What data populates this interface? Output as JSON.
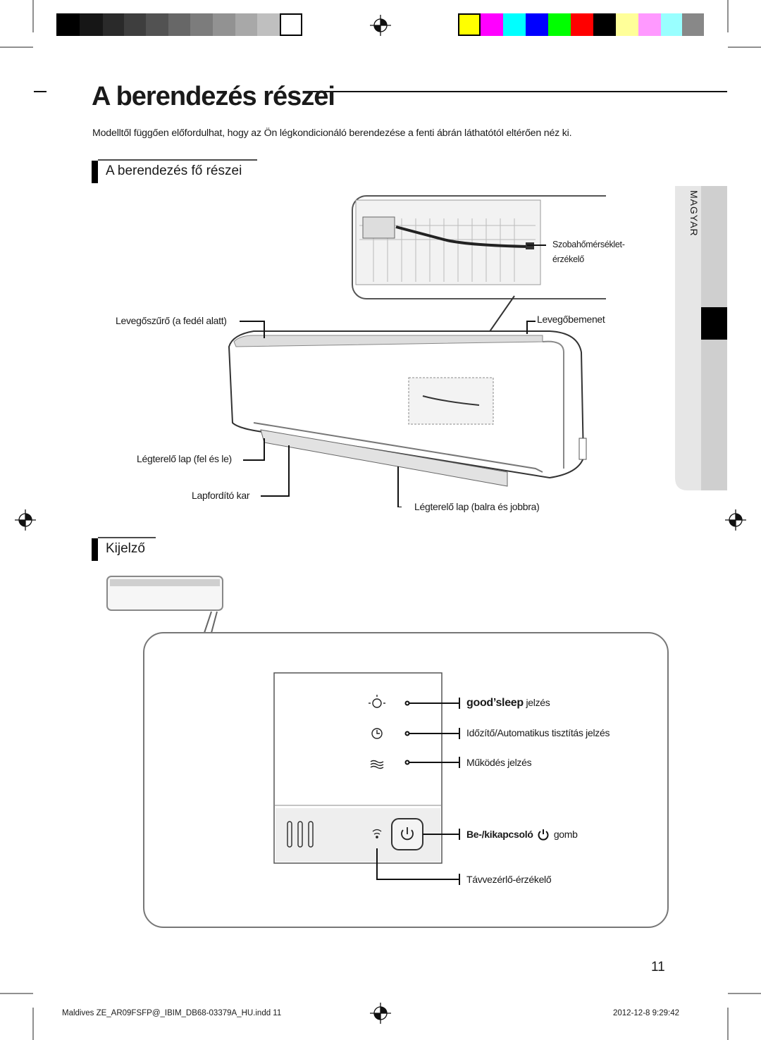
{
  "page": {
    "title": "A berendezés részei",
    "intro": "Modelltől függően előfordulhat, hogy az Ön légkondicionáló berendezése a fenti ábrán láthatótól eltérően néz ki.",
    "side_tab": "MAGYAR",
    "page_number": "11"
  },
  "main_parts": {
    "heading": "A berendezés fő részei",
    "labels": {
      "room_sensor_1": "Szobahőmérséklet-",
      "room_sensor_2": "érzékelő",
      "air_filter": "Levegőszűrő (a fedél alatt)",
      "air_inlet": "Levegőbemenet",
      "flap_updown": "Légterelő lap (fel és le)",
      "flap_lever": "Lapfordító kar",
      "flap_leftright": "Légterelő lap (balra és jobbra)"
    }
  },
  "display": {
    "heading": "Kijelző",
    "good_sleep": "good’sleep",
    "good_sleep_suffix": " jelzés",
    "timer": "Időzítő/Automatikus tisztítás jelzés",
    "operation": "Működés jelzés",
    "power_bold": "Be-/kikapcsoló",
    "power_suffix": "gomb",
    "remote_sensor": "Távvezérlő-érzékelő"
  },
  "footer": {
    "left": "Maldives ZE_AR09FSFP@_IBIM_DB68-03379A_HU.indd   11",
    "right": "2012-12-8   9:29:42"
  },
  "colors": {
    "gray_bar": [
      "#000000",
      "#161616",
      "#2a2a2a",
      "#3e3e3e",
      "#525252",
      "#676767",
      "#7c7c7c",
      "#929292",
      "#a8a8a8",
      "#bfbfbf",
      "#d6d6d6",
      "#ffffff"
    ],
    "color_bar": [
      "#ffff00",
      "#ff00ff",
      "#00ffff",
      "#0000ff",
      "#00ff00",
      "#ff0000",
      "#000000",
      "#ffff99",
      "#ff99ff",
      "#99ffff",
      "#888888"
    ]
  }
}
